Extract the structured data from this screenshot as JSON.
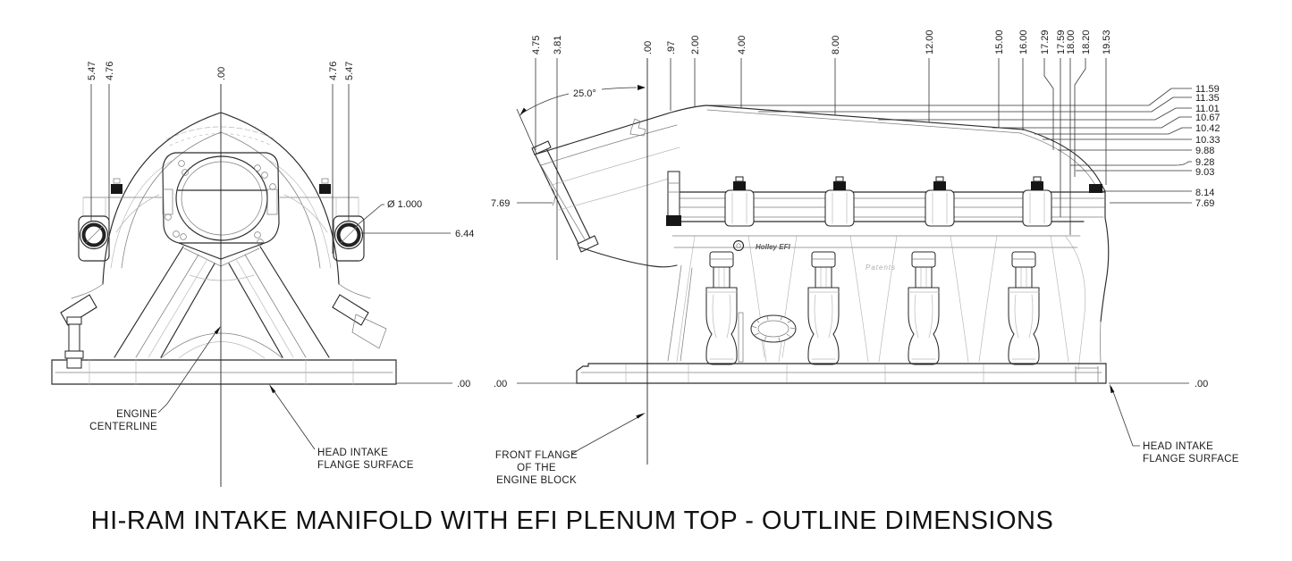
{
  "title": "HI-RAM INTAKE MANIFOLD WITH EFI PLENUM TOP - OUTLINE DIMENSIONS",
  "front_view": {
    "width_dims": [
      "5.47",
      "4.76",
      ".00",
      "4.76",
      "5.47"
    ],
    "port_diameter": "Ø 1.000",
    "port_height": "6.44",
    "baseline": ".00",
    "centerline_note": [
      "ENGINE",
      "CENTERLINE"
    ],
    "flange_note": [
      "HEAD INTAKE",
      "FLANGE SURFACE"
    ]
  },
  "side_view": {
    "length_dims": [
      "4.75",
      "3.81",
      ".00",
      ".97",
      "2.00",
      "4.00",
      "8.00",
      "12.00",
      "15.00",
      "16.00",
      "17.29",
      "17.59",
      "18.00",
      "18.20",
      "19.53"
    ],
    "height_dims": [
      "11.59",
      "11.35",
      "11.01",
      "10.67",
      "10.42",
      "10.33",
      "9.88",
      "9.28",
      "9.03",
      "8.14",
      "7.69"
    ],
    "inlet_angle": "25.0°",
    "inlet_height": "7.69",
    "baseline_left": ".00",
    "baseline_right": ".00",
    "front_flange_note": [
      "FRONT FLANGE",
      "OF THE",
      "ENGINE BLOCK"
    ],
    "flange_note": [
      "HEAD INTAKE",
      "FLANGE SURFACE"
    ],
    "rail_logo": "Holley EFI",
    "casting_text": "Patents"
  }
}
